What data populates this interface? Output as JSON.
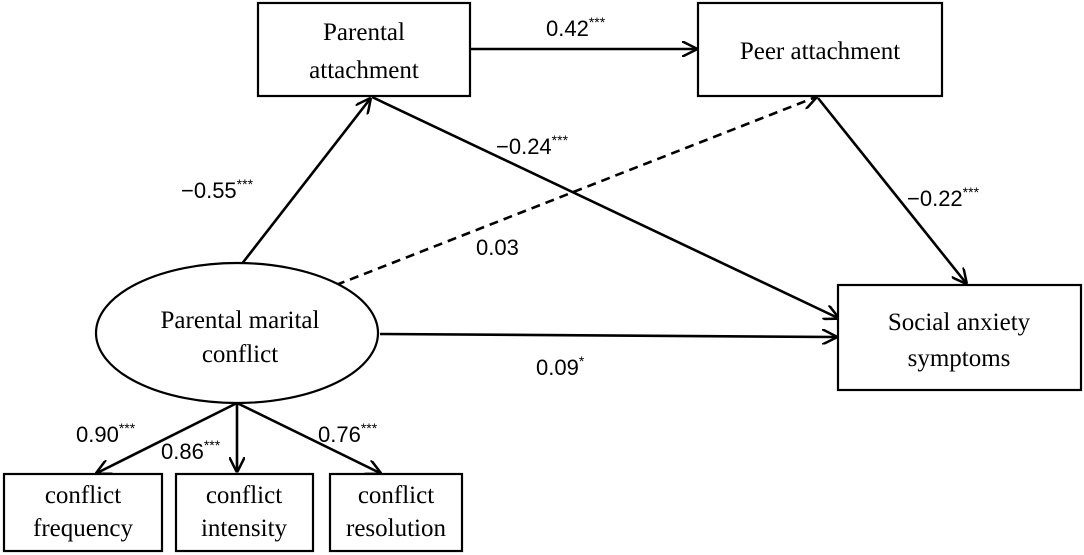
{
  "nodes": {
    "parental_attachment": {
      "lines": [
        "Parental",
        "attachment"
      ]
    },
    "peer_attachment": {
      "lines": [
        "Peer attachment"
      ]
    },
    "marital_conflict": {
      "lines": [
        "Parental marital",
        "conflict"
      ]
    },
    "social_anxiety": {
      "lines": [
        "Social anxiety",
        "symptoms"
      ]
    },
    "conflict_frequency": {
      "lines": [
        "conflict",
        "frequency"
      ]
    },
    "conflict_intensity": {
      "lines": [
        "conflict",
        "intensity"
      ]
    },
    "conflict_resolution": {
      "lines": [
        "conflict",
        "resolution"
      ]
    }
  },
  "paths": {
    "parental_to_peer": {
      "value": "0.42",
      "sig": "***"
    },
    "parental_to_anxiety": {
      "value": "−0.24",
      "sig": "***"
    },
    "conflict_to_parental": {
      "value": "−0.55",
      "sig": "***"
    },
    "peer_to_anxiety": {
      "value": "−0.22",
      "sig": "***"
    },
    "conflict_to_peer": {
      "value": "0.03",
      "sig": ""
    },
    "conflict_to_anxiety": {
      "value": "0.09",
      "sig": "*"
    },
    "loading_frequency": {
      "value": "0.90",
      "sig": "***"
    },
    "loading_intensity": {
      "value": "0.86",
      "sig": "***"
    },
    "loading_resolution": {
      "value": "0.76",
      "sig": "***"
    }
  }
}
